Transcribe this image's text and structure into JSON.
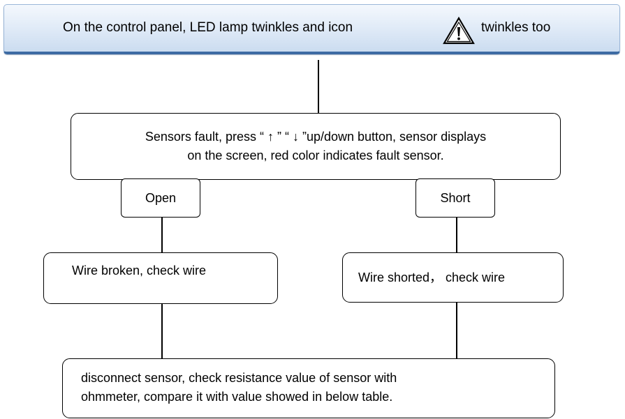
{
  "header": {
    "text_before_icon": "On the control panel, LED lamp twinkles and icon",
    "icon": "warning-triangle-icon",
    "text_after_icon": "twinkles too"
  },
  "sensors_fault": {
    "line1": "Sensors fault, press “ ↑ ” “ ↓ ”up/down button, sensor displays",
    "line2": "on the screen, red color indicates fault sensor."
  },
  "branches": {
    "open_label": "Open",
    "short_label": "Short"
  },
  "open_result": "Wire broken, check wire",
  "short_result": "Wire shorted， check wire",
  "final_step": {
    "line1": "disconnect sensor, check resistance value of sensor with",
    "line2": "ohmmeter, compare it with value showed in below table."
  },
  "colors": {
    "header_border": "#3d6ba3",
    "header_fill": "#e2ecf8",
    "box_border": "#000000"
  }
}
